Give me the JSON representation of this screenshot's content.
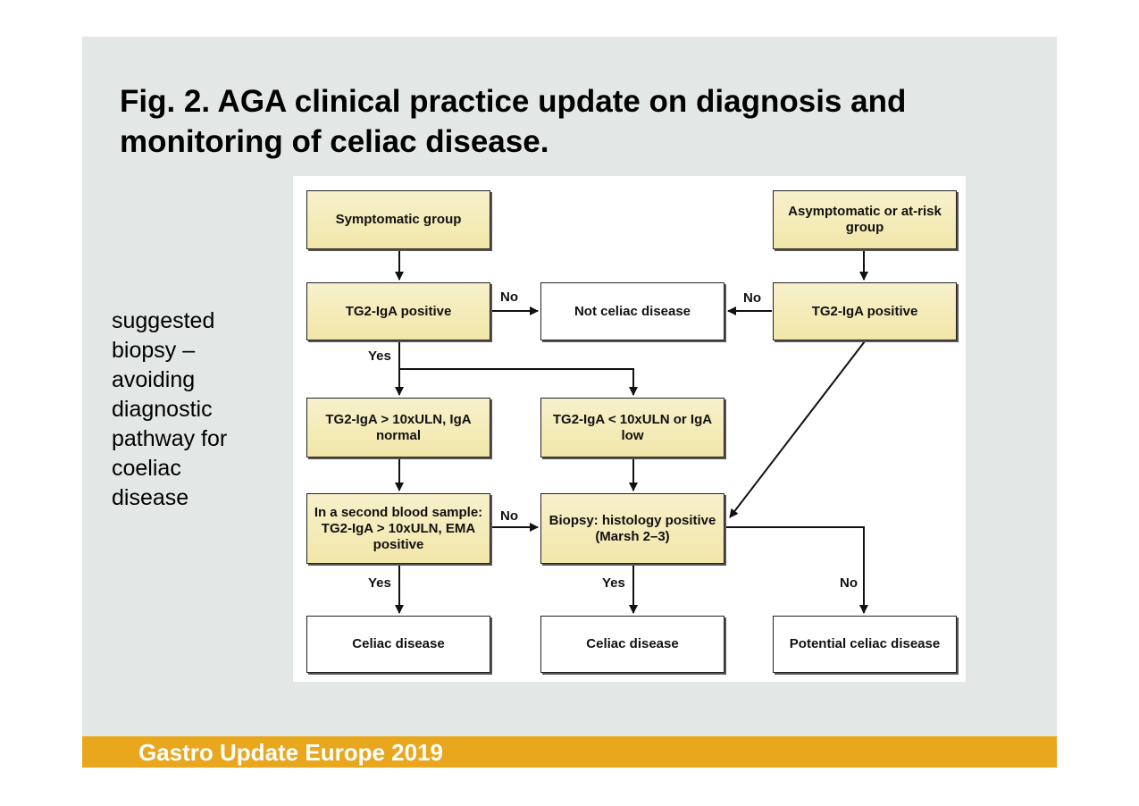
{
  "slide": {
    "title": "Fig. 2. AGA clinical practice update on diagnosis and monitoring of celiac disease.",
    "side_note_lines": [
      "suggested",
      "biopsy –",
      "avoiding",
      "diagnostic",
      "pathway for",
      "coeliac",
      "disease"
    ],
    "footer": "Gastro Update Europe 2019",
    "footer_color": "#e8a71c"
  },
  "flowchart": {
    "nodes": {
      "symptomatic": "Symptomatic group",
      "asymptomatic": "Asymptomatic or at-risk group",
      "tg2_left": "TG2-IgA positive",
      "not_celiac": "Not celiac disease",
      "tg2_right": "TG2-IgA positive",
      "tg2_high": "TG2-IgA > 10xULN, IgA normal",
      "tg2_low": "TG2-IgA < 10xULN or IgA low",
      "second_sample": "In a second blood sample: TG2-IgA > 10xULN, EMA positive",
      "biopsy": "Biopsy: histology positive (Marsh 2–3)",
      "celiac_1": "Celiac disease",
      "celiac_2": "Celiac disease",
      "potential": "Potential celiac disease"
    },
    "edge_labels": {
      "left_no": "No",
      "right_no": "No",
      "left_yes": "Yes",
      "second_no": "No",
      "second_yes": "Yes",
      "biopsy_yes": "Yes",
      "biopsy_no": "No"
    },
    "colors": {
      "box_fill": "#f2e6a8",
      "outcome_fill": "#ffffff"
    }
  }
}
